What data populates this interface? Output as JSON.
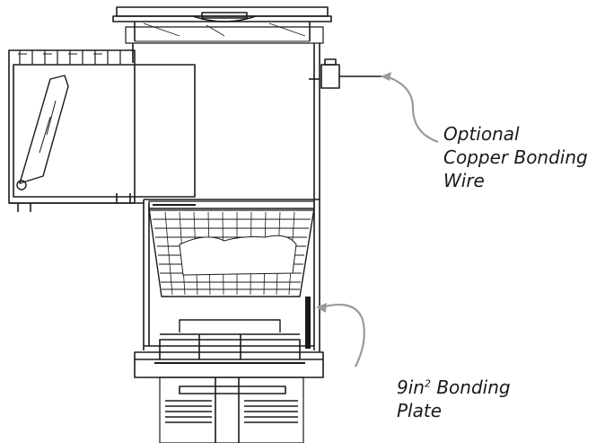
{
  "labels": {
    "copper_wire": {
      "line1": "Optional",
      "line2": "Copper Bonding",
      "line3": "Wire"
    },
    "bonding_plate": {
      "prefix": "9in",
      "superscript": "2",
      "suffix": " Bonding",
      "line2": "Plate"
    }
  },
  "colors": {
    "ink": "#1a1a1a",
    "leader": "#9a9a9a",
    "background": "#ffffff"
  }
}
